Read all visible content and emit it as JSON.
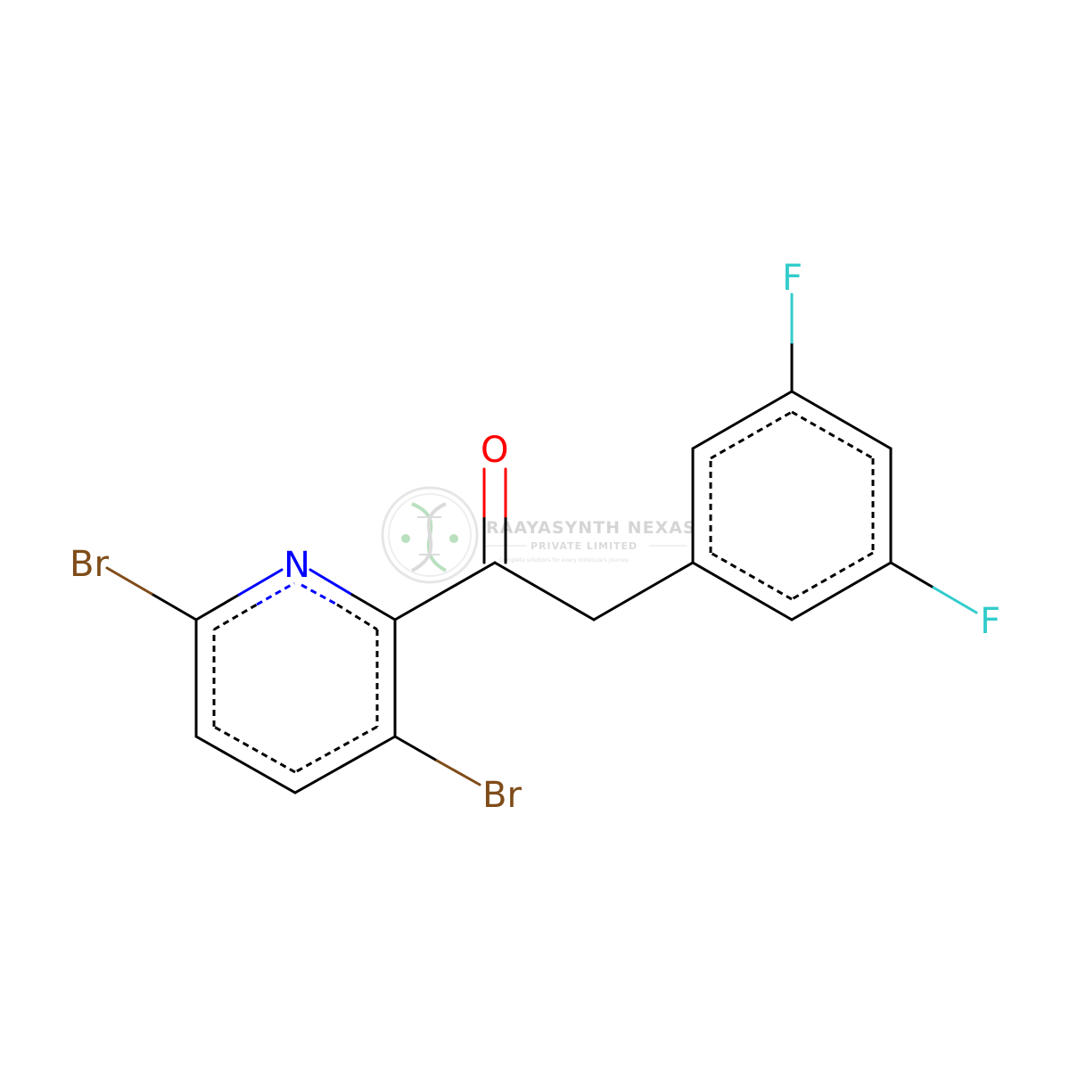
{
  "molecule": {
    "atoms": {
      "br_left": {
        "label": "Br",
        "color": "#7f4c19"
      },
      "n_ring": {
        "label": "N",
        "color": "#0000ff"
      },
      "o_carbonyl": {
        "label": "O",
        "color": "#ff0000"
      },
      "br_bottom": {
        "label": "Br",
        "color": "#7f4c19"
      },
      "f_top": {
        "label": "F",
        "color": "#33cccc"
      },
      "f_right": {
        "label": "F",
        "color": "#33cccc"
      }
    },
    "bond_color": "#000000"
  },
  "watermark": {
    "title": "RAAYASYNTH NEXAS",
    "subtitle": "PRIVATE LIMITED",
    "tagline": "Complete solutions for every molecule's journey"
  }
}
